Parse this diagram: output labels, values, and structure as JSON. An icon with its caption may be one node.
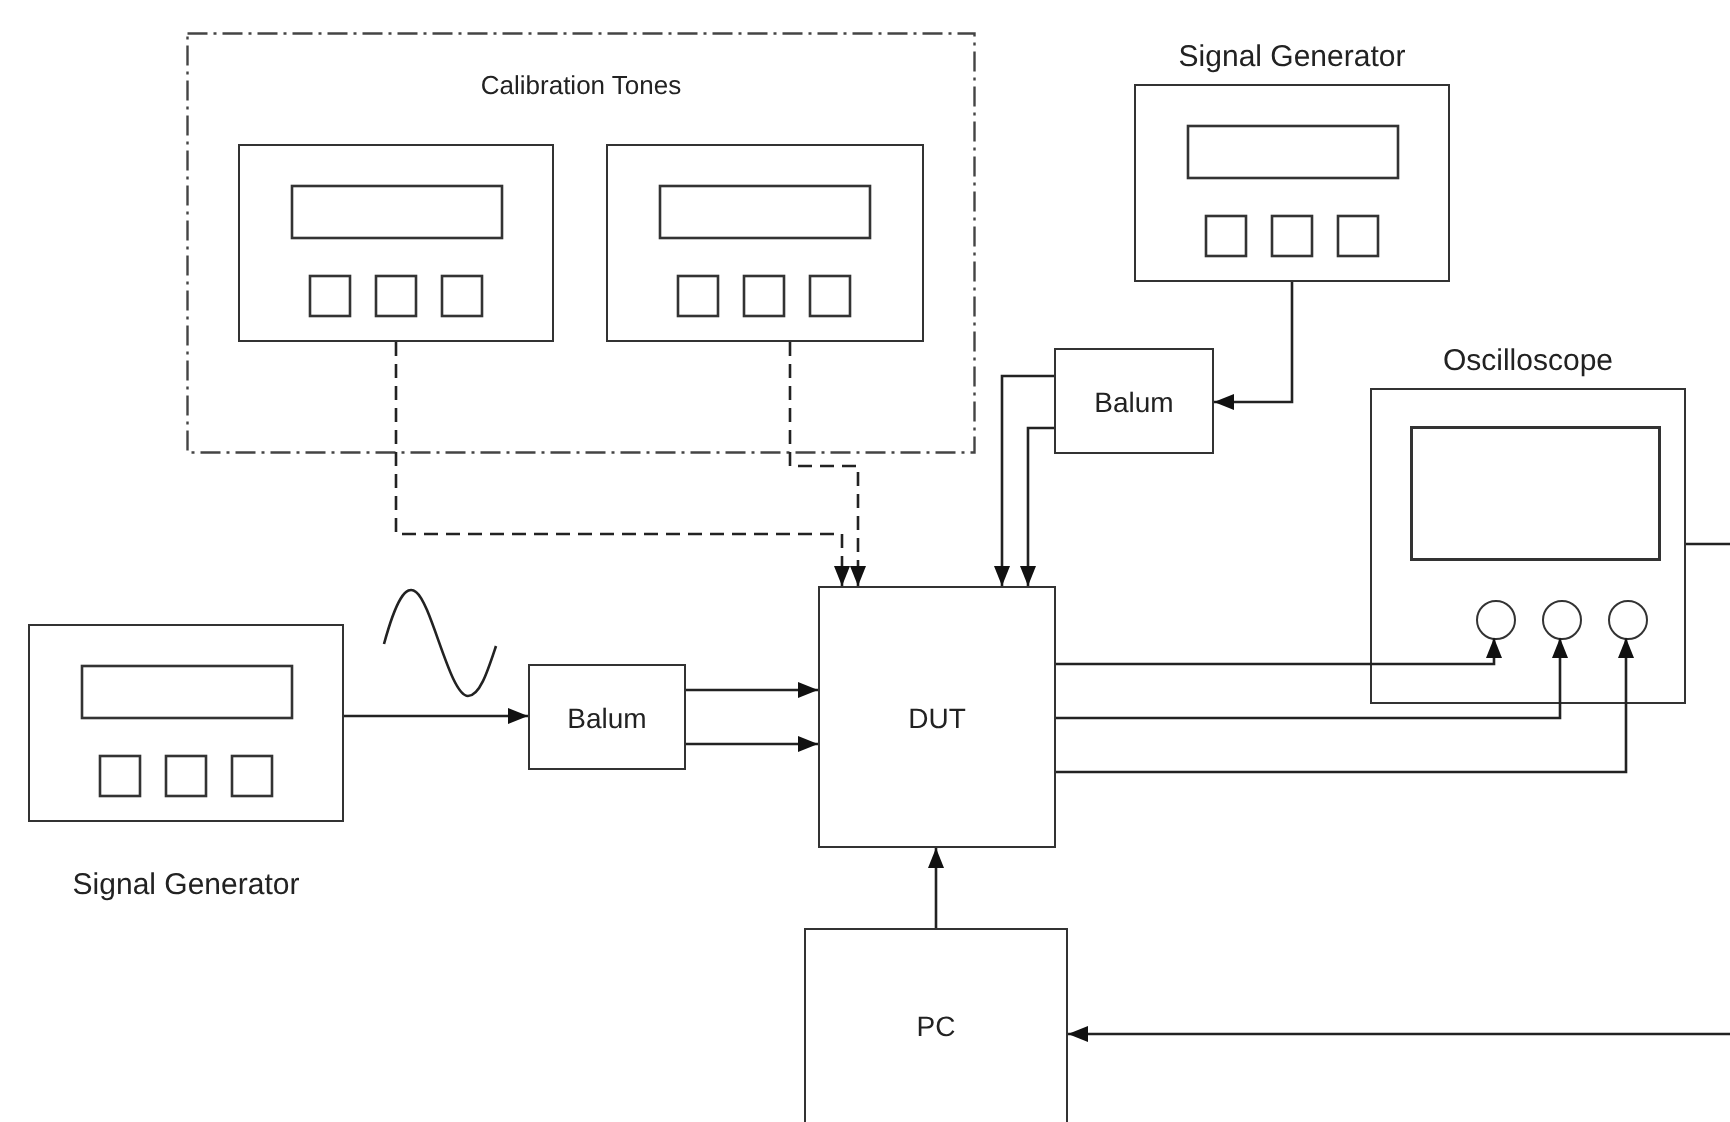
{
  "diagram": {
    "nodes": [
      {
        "text": [
          "Calibration Tones"
        ]
      },
      {
        "text": [],
        "shape": "box",
        "in": 0
      },
      {
        "text": [],
        "shape": "box",
        "in": 0
      },
      {
        "text": [
          "Signal Generator"
        ]
      },
      {
        "text": [
          "Balum"
        ]
      },
      {
        "text": [
          "Oscilloscope"
        ]
      },
      {
        "text": [],
        "shape": "circle",
        "in": 5
      },
      {
        "text": [],
        "shape": "circle",
        "in": 5
      },
      {
        "text": [],
        "shape": "circle",
        "in": 5
      },
      {
        "text": [
          "Signal Generator"
        ]
      },
      {
        "text": [
          "Balum"
        ]
      },
      {
        "text": [
          "DUT"
        ]
      },
      {
        "text": [
          "PC"
        ]
      }
    ],
    "edges": [
      {
        "from": 1,
        "to": 11,
        "arrow": "to",
        "style": "dashed"
      },
      {
        "from": 2,
        "to": 11,
        "arrow": "to",
        "style": "dashed"
      },
      {
        "from": 3,
        "to": 4,
        "arrow": "to"
      },
      {
        "from": 4,
        "to": 11,
        "arrow": "to"
      },
      {
        "from": 4,
        "to": 11,
        "arrow": "to"
      },
      {
        "from": 9,
        "to": 10,
        "arrow": "to"
      },
      {
        "from": 10,
        "to": 11,
        "arrow": "to"
      },
      {
        "from": 10,
        "to": 11,
        "arrow": "to"
      },
      {
        "from": 11,
        "to": 6,
        "arrow": "to"
      },
      {
        "from": 11,
        "to": 7,
        "arrow": "to"
      },
      {
        "from": 11,
        "to": 8,
        "arrow": "to"
      },
      {
        "from": 12,
        "to": 11,
        "arrow": "to"
      },
      {
        "from": 5,
        "to": null,
        "arrow": "none"
      },
      {
        "from": null,
        "to": 12,
        "arrow": "to"
      }
    ]
  }
}
